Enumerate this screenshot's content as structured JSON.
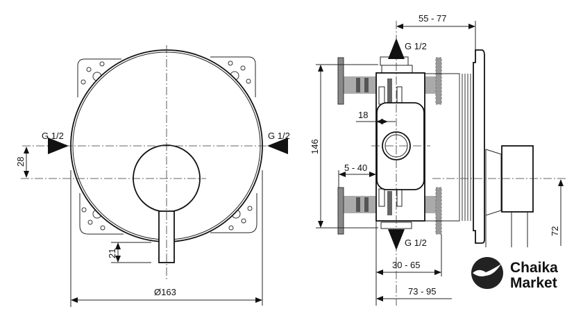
{
  "front_view": {
    "inlet_left_label": "G 1/2",
    "inlet_right_label": "G 1/2",
    "offset_dim": "28",
    "lever_dim": "21",
    "diameter_dim": "Ø163"
  },
  "side_view": {
    "depth_top_dim": "55 - 77",
    "outlet_top_label": "G 1/2",
    "outlet_bottom_label": "G 1/2",
    "height_dim": "146",
    "inlet_offset_dim": "18",
    "range_dim": "5 - 40",
    "depth_mid_dim": "30 - 65",
    "depth_total_dim": "73 - 95",
    "lever_height_dim": "72"
  },
  "watermark": {
    "line1": "Chaika",
    "line2": "Market"
  }
}
